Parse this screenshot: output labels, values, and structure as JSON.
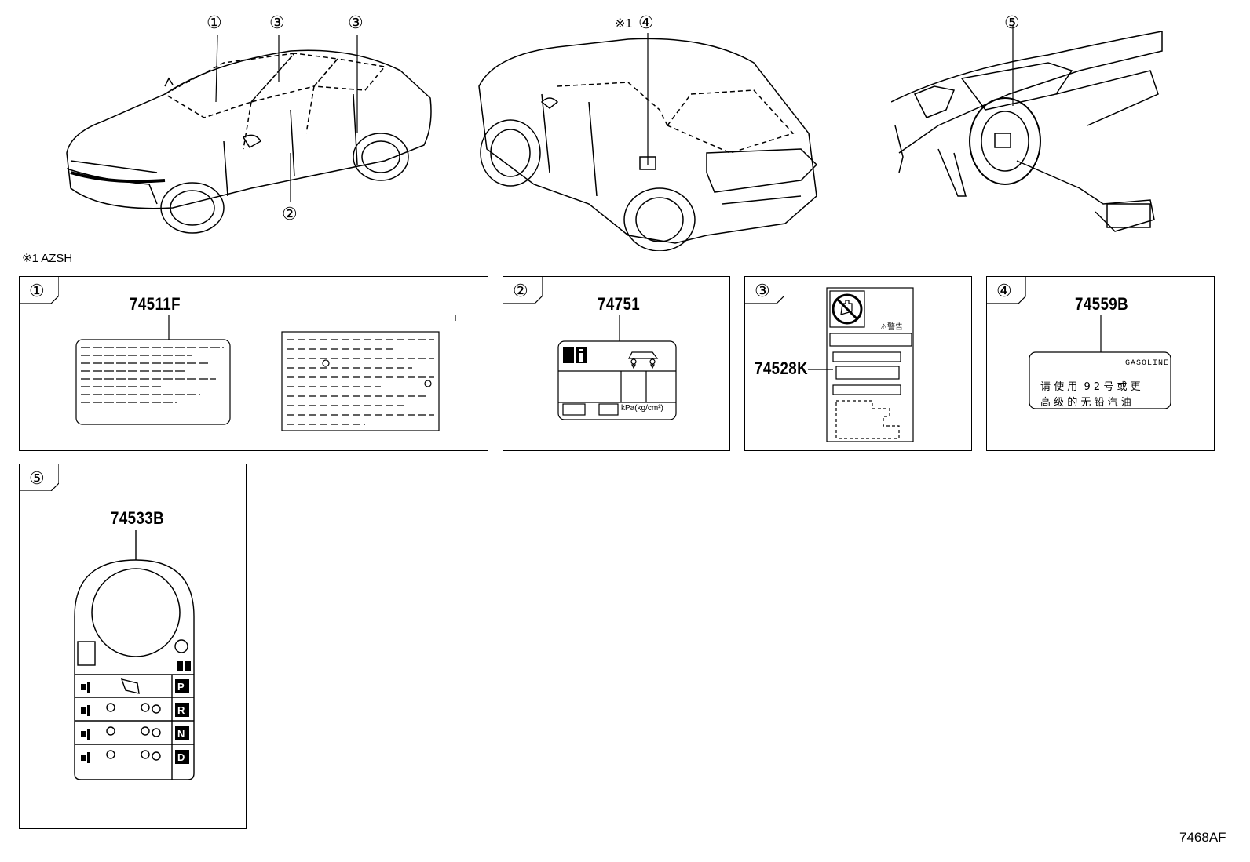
{
  "top": {
    "callouts": [
      "①",
      "③",
      "③",
      "②",
      "※1",
      "④",
      "⑤"
    ],
    "note": "※1 AZSH"
  },
  "panels": [
    {
      "num": "①",
      "part": "74511F"
    },
    {
      "num": "②",
      "part": "74751",
      "pressure_unit": "kPa(kg/cm²)"
    },
    {
      "num": "③",
      "part": "74528K",
      "warning": "⚠警告"
    },
    {
      "num": "④",
      "part": "74559B",
      "fuel_en": "GASOLINE",
      "fuel_line1": "请 使 用  9 2 号 或 更",
      "fuel_line2": "高 级 的 无 铅 汽 油"
    },
    {
      "num": "⑤",
      "part": "74533B",
      "gears": [
        "P",
        "R",
        "N",
        "D"
      ]
    }
  ],
  "diagram_code": "7468AF"
}
